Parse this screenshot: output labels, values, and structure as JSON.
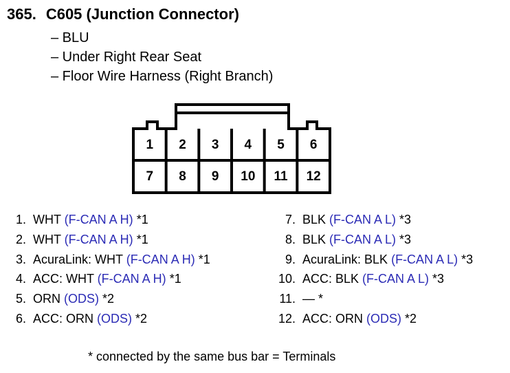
{
  "header": {
    "number": "365.",
    "title": "C605 (Junction Connector)",
    "details": [
      "– BLU",
      "– Under Right Rear Seat",
      "– Floor Wire Harness (Right Branch)"
    ]
  },
  "connector": {
    "top_row": [
      "1",
      "2",
      "3",
      "4",
      "5",
      "6"
    ],
    "bottom_row": [
      "7",
      "8",
      "9",
      "10",
      "11",
      "12"
    ]
  },
  "pins_left": [
    {
      "num": "1.",
      "pre": "WHT ",
      "sig": "(F-CAN A H)",
      "post": " *1"
    },
    {
      "num": "2.",
      "pre": "WHT ",
      "sig": "(F-CAN A H)",
      "post": " *1"
    },
    {
      "num": "3.",
      "pre": "AcuraLink: WHT ",
      "sig": "(F-CAN A H)",
      "post": " *1"
    },
    {
      "num": "4.",
      "pre": "ACC: WHT ",
      "sig": "(F-CAN A H)",
      "post": " *1"
    },
    {
      "num": "5.",
      "pre": "ORN ",
      "sig": "(ODS)",
      "post": " *2"
    },
    {
      "num": "6.",
      "pre": "ACC: ORN ",
      "sig": "(ODS)",
      "post": " *2"
    }
  ],
  "pins_right": [
    {
      "num": "7.",
      "pre": "BLK ",
      "sig": "(F-CAN A L)",
      "post": " *3"
    },
    {
      "num": "8.",
      "pre": "BLK ",
      "sig": "(F-CAN A L)",
      "post": " *3"
    },
    {
      "num": "9.",
      "pre": "AcuraLink: BLK ",
      "sig": "(F-CAN A L)",
      "post": " *3"
    },
    {
      "num": "10.",
      "pre": "ACC: BLK ",
      "sig": "(F-CAN A L)",
      "post": " *3"
    },
    {
      "num": "11.",
      "pre": "— *",
      "sig": "",
      "post": ""
    },
    {
      "num": "12.",
      "pre": "ACC: ORN ",
      "sig": "(ODS)",
      "post": " *2"
    }
  ],
  "footnote": "* connected by the same bus bar = Terminals",
  "colors": {
    "signal": "#2b2bb5",
    "text": "#000000"
  }
}
